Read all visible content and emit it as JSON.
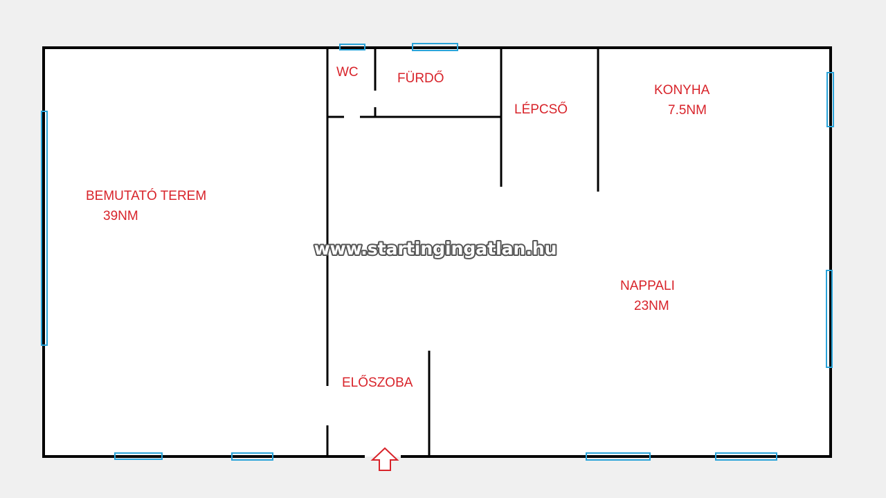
{
  "colors": {
    "background": "#f0f0f0",
    "floor": "#ffffff",
    "wall": "#000000",
    "window": "#29a3d9",
    "label": "#d8232a",
    "entrance_arrow": "#d8232a"
  },
  "rooms": {
    "bemutato": {
      "name": "BEMUTATÓ TEREM",
      "area": "39NM"
    },
    "wc": {
      "name": "WC"
    },
    "furdo": {
      "name": "FÜRDŐ"
    },
    "lepcso": {
      "name": "LÉPCSŐ"
    },
    "konyha": {
      "name": "KONYHA",
      "area": "7.5NM"
    },
    "nappali": {
      "name": "NAPPALI",
      "area": "23NM"
    },
    "eloszoba": {
      "name": "ELŐSZOBA"
    }
  },
  "watermark": "www.startingingatlan.hu",
  "icons": {
    "entrance": "arrow-up-icon"
  }
}
